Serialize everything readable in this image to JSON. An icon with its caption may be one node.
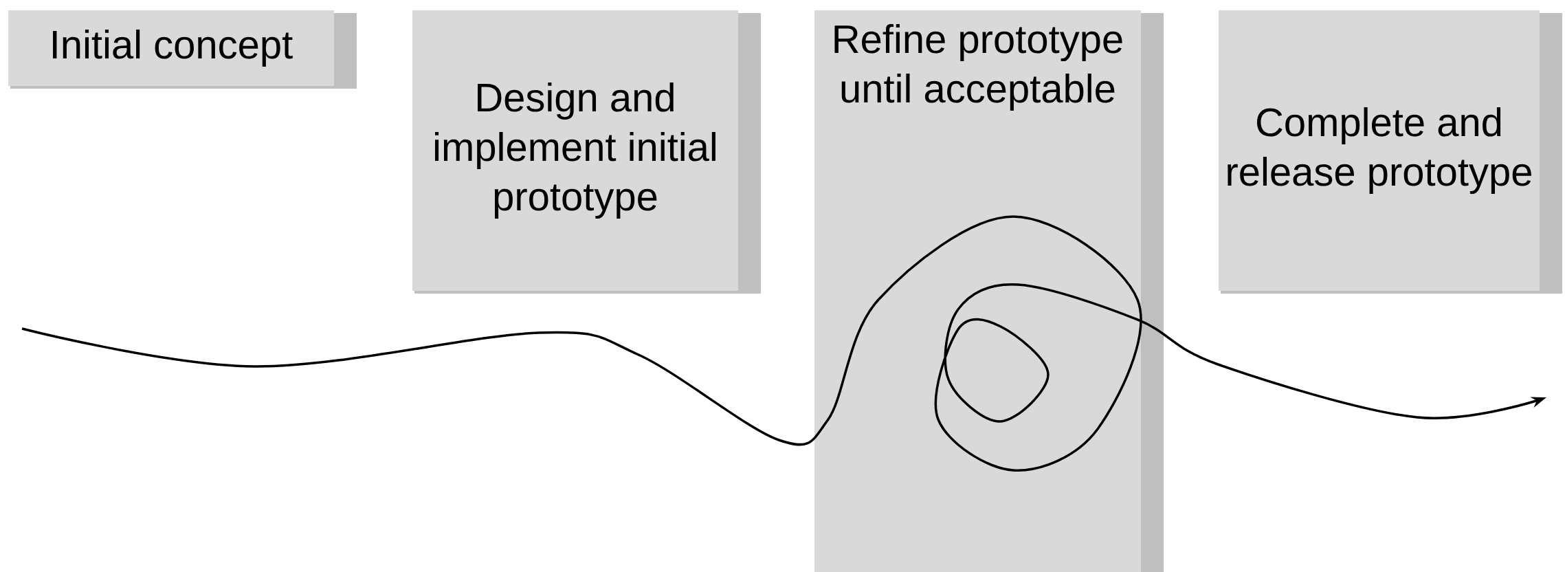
{
  "diagram": {
    "nodes": [
      {
        "text": [
          "Initial concept"
        ]
      },
      {
        "text": [
          "Design and implement initial prototype"
        ]
      },
      {
        "text": [
          "Refine prototype until acceptable"
        ]
      },
      {
        "text": [
          "Complete and release prototype"
        ]
      }
    ]
  }
}
